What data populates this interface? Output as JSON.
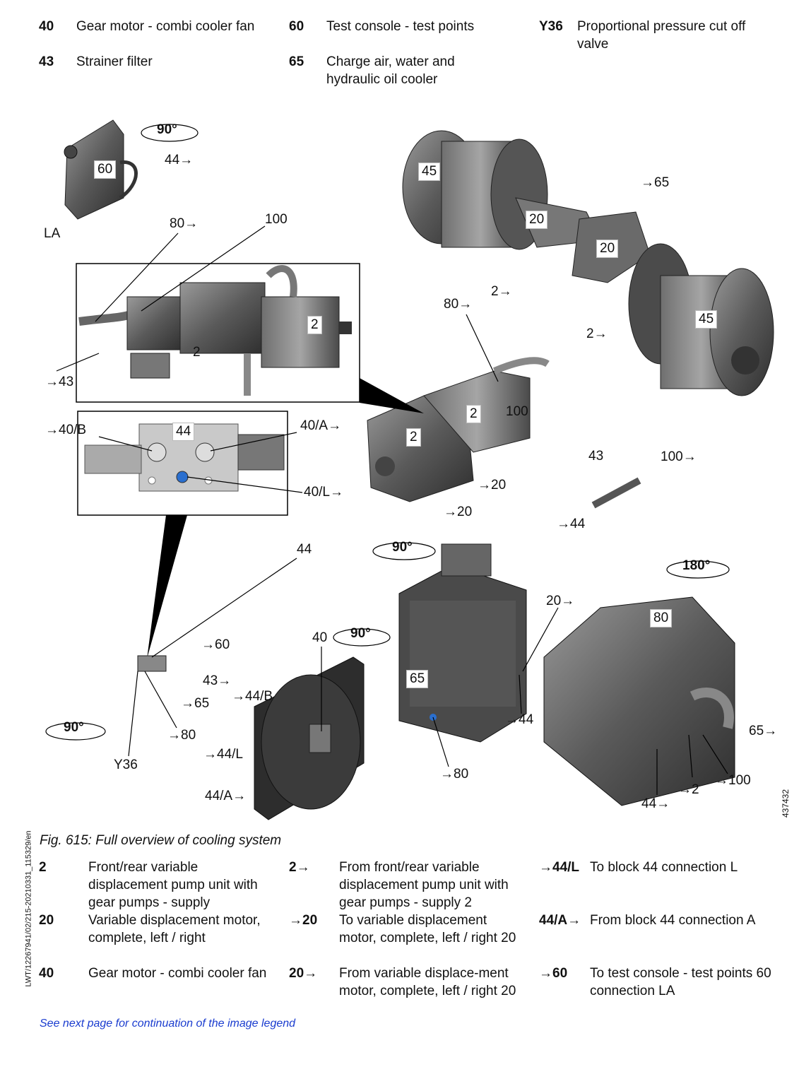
{
  "top_legend": [
    {
      "key": "40",
      "text": "Gear motor - combi cooler fan"
    },
    {
      "key": "43",
      "text": "Strainer filter"
    },
    {
      "key": "60",
      "text": "Test console - test points"
    },
    {
      "key": "65",
      "text": "Charge air, water and hydraulic oil cooler"
    },
    {
      "key": "Y36",
      "text": "Proportional pressure cut off valve"
    }
  ],
  "labels": {
    "l45a": "45",
    "l60": "60",
    "l44arr": "44→",
    "lLA": "LA",
    "l80arr": "80→",
    "l100": "100",
    "l2a": "2",
    "l2b": "2",
    "l43arr": "→43",
    "l20a": "20",
    "l20b": "20",
    "l65arr": "→65",
    "l2arrA": "2→",
    "l2arrB": "2→",
    "l45b": "45",
    "l80arrB": "80→",
    "l2c": "2",
    "l2d": "2",
    "l100b": "100",
    "l20arrA": "→20",
    "l20arrB": "→20",
    "l40B": "→40/B",
    "l44": "44",
    "l40A": "40/A→",
    "l40L": "40/L→",
    "l43b": "43",
    "l100arr": "100→",
    "l44arrB": "→44",
    "l44top": "44",
    "l60arr": "→60",
    "l43arrB": "43→",
    "l65arrB": "→65",
    "l80arrC": "→80",
    "lY36": "Y36",
    "l40": "40",
    "l44B": "→44/B",
    "l44L": "→44/L",
    "l44A": "44/A→",
    "l65": "65",
    "l80": "80",
    "l20arrC": "20→",
    "l44arrC": "→44",
    "l80arrD": "→80",
    "l65arrC": "65→",
    "l2arrC": "→2",
    "l100arrB": "→100",
    "l44arrD": "44→"
  },
  "rotations": {
    "r1": "90°",
    "r2": "90°",
    "r3": "180°",
    "r4": "90°",
    "r5": "90°"
  },
  "caption": "Fig. 615: Full overview of cooling system",
  "bottom_legend": [
    {
      "key": "2",
      "text": "Front/rear variable displacement pump unit with gear pumps - supply"
    },
    {
      "key": "20",
      "text": "Variable displacement motor, complete, left / right"
    },
    {
      "key": "40",
      "text": "Gear motor - combi cooler fan"
    },
    {
      "key": "2→",
      "text": "From front/rear variable displacement pump unit with gear pumps - supply 2"
    },
    {
      "key": "→20",
      "text": "To variable displacement motor, complete, left / right 20"
    },
    {
      "key": "20→",
      "text": "From variable displace-ment motor, complete, left / right 20"
    },
    {
      "key": "→44/L",
      "text": "To block 44 connection L"
    },
    {
      "key": "44/A→",
      "text": "From block 44 connection A"
    },
    {
      "key": "→60",
      "text": "To test console - test points 60 connection LA"
    }
  ],
  "note": "See next page for continuation of the image legend",
  "side_code": "LWT/12267941/02/215-20210331_115329/en",
  "figure_number": "437432"
}
